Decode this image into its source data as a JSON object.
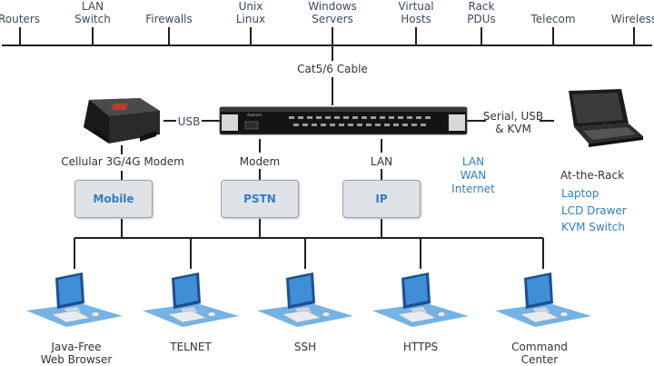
{
  "targets": [
    {
      "name": "target-routers",
      "label": "Routers"
    },
    {
      "name": "target-lan-switch",
      "label": "LAN\nSwitch"
    },
    {
      "name": "target-firewalls",
      "label": "Firewalls"
    },
    {
      "name": "target-unix-linux",
      "label": "Unix\nLinux"
    },
    {
      "name": "target-windows-servers",
      "label": "Windows\nServers"
    },
    {
      "name": "target-virtual-hosts",
      "label": "Virtual\nHosts"
    },
    {
      "name": "target-rack-pdus",
      "label": "Rack\nPDUs"
    },
    {
      "name": "target-telecom",
      "label": "Telecom"
    },
    {
      "name": "target-wireless",
      "label": "Wireless"
    }
  ],
  "cable_label": "Cat5/6 Cable",
  "usb_label": "USB",
  "modem_device_label": "Cellular 3G/4G Modem",
  "modem_link_label": "Modem",
  "lan_link_label": "LAN",
  "networks_label": "LAN\nWAN\nInternet",
  "serial_label": "Serial, USB\n& KVM",
  "at_rack_title": "At-the-Rack",
  "at_rack_items": [
    "Laptop",
    "LCD Drawer",
    "KVM Switch"
  ],
  "access_boxes": {
    "mobile": "Mobile",
    "pstn": "PSTN",
    "ip": "IP"
  },
  "clients": [
    {
      "name": "client-java-free-web-browser",
      "label": "Java-Free\nWeb Browser"
    },
    {
      "name": "client-telnet",
      "label": "TELNET"
    },
    {
      "name": "client-ssh",
      "label": "SSH"
    },
    {
      "name": "client-https",
      "label": "HTTPS"
    },
    {
      "name": "client-command-center",
      "label": "Command\nCenter"
    }
  ],
  "colors": {
    "line": "#1f1f1f",
    "accent_blue": "#2f7ec2",
    "box_fill": "#dfe2e6",
    "text": "#3c4a5c"
  }
}
